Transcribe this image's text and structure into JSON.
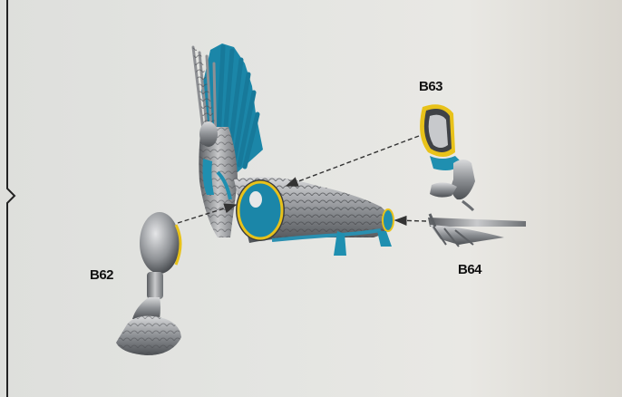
{
  "parts": {
    "b62": {
      "label": "B62"
    },
    "b63": {
      "label": "B63"
    },
    "b64": {
      "label": "B64"
    }
  },
  "colors": {
    "background": "#e2e3e0",
    "silver": "#9b9da0",
    "teal": "#1f8fb0",
    "yellow": "#e8c21a",
    "arrow": "#333333"
  },
  "icons": [
    "bracket-icon",
    "dashed-arrow-icon"
  ]
}
